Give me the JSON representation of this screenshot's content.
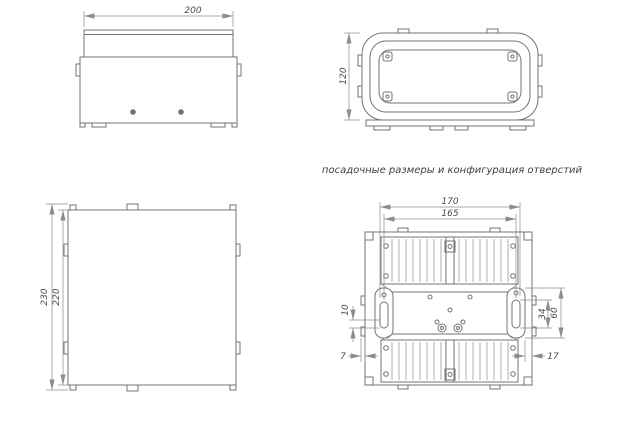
{
  "caption": "посадочные размеры и конфигурация отверстий",
  "dimensions": {
    "housing_width": "200",
    "housing_depth": "120",
    "overall_height": "230",
    "body_height": "220",
    "mount_span_outer": "170",
    "mount_span_inner": "165",
    "slot_length": "34",
    "bracket_length": "60",
    "slot_width": "10",
    "offset_left": "7",
    "offset_right": "17"
  },
  "colors": {
    "object_line": "#737373",
    "dimension_line": "#8c8c8c",
    "dimension_text": "#4a4a4a",
    "background": "#ffffff"
  }
}
